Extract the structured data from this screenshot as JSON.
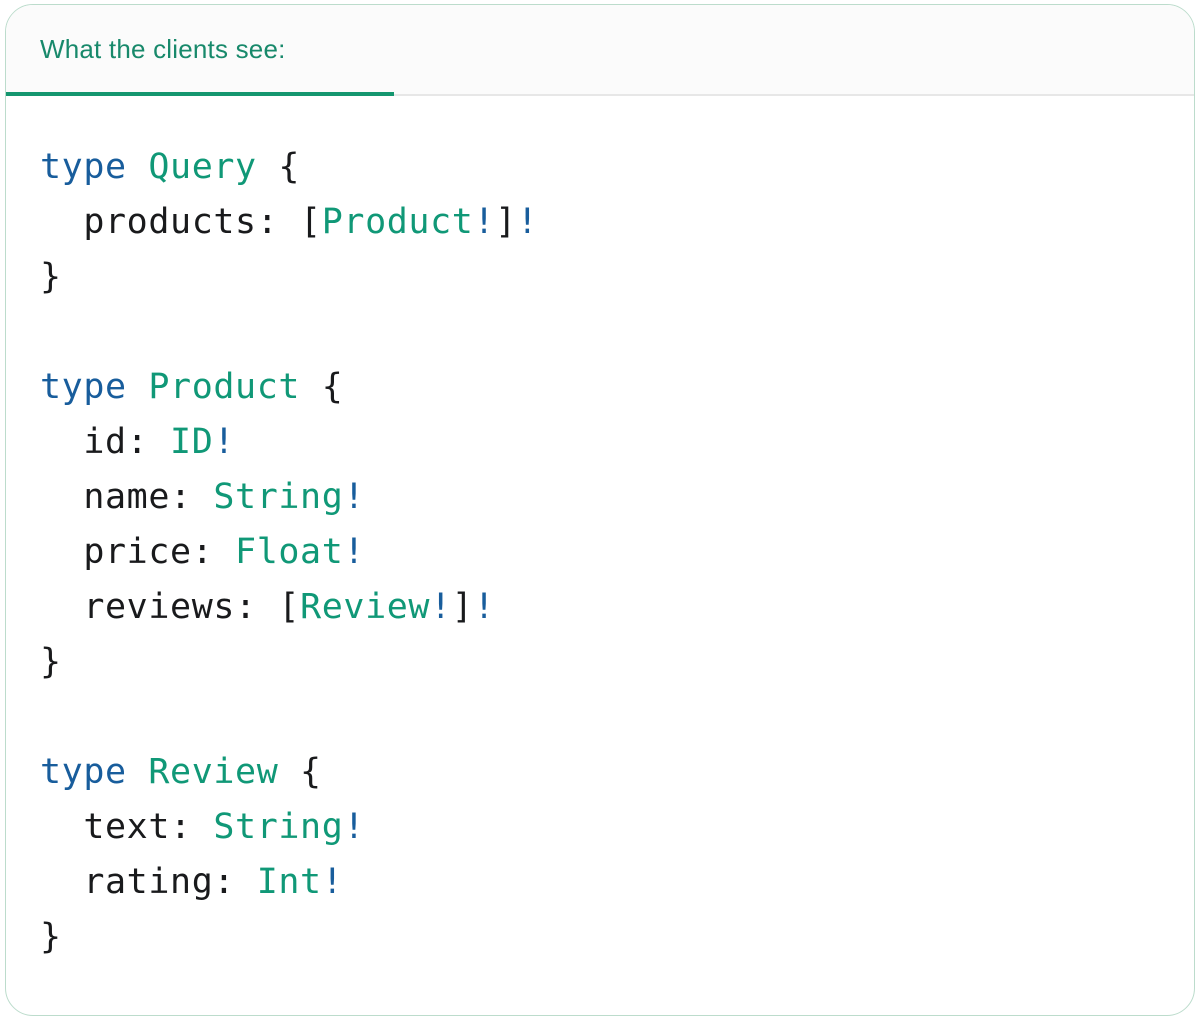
{
  "colors": {
    "header_text": "#18896b",
    "tab_underline": "#14966f",
    "card_border": "#bcdccc",
    "header_bg": "#fbfbfb",
    "divider": "#e7e7e7",
    "code_keyword": "#185d9c",
    "code_type": "#109877",
    "code_plain": "#191a1c",
    "code_bang": "#185d9c"
  },
  "tab": {
    "label": "What the clients see:"
  },
  "code": {
    "lines": [
      [
        [
          "kw",
          "type"
        ],
        [
          "pn",
          " "
        ],
        [
          "tp",
          "Query"
        ],
        [
          "pn",
          " {"
        ]
      ],
      [
        [
          "pn",
          "  products: ["
        ],
        [
          "tp",
          "Product"
        ],
        [
          "bg",
          "!"
        ],
        [
          "pn",
          "]"
        ],
        [
          "bg",
          "!"
        ]
      ],
      [
        [
          "pn",
          "}"
        ]
      ],
      [],
      [
        [
          "kw",
          "type"
        ],
        [
          "pn",
          " "
        ],
        [
          "tp",
          "Product"
        ],
        [
          "pn",
          " {"
        ]
      ],
      [
        [
          "pn",
          "  id: "
        ],
        [
          "tp",
          "ID"
        ],
        [
          "bg",
          "!"
        ]
      ],
      [
        [
          "pn",
          "  name: "
        ],
        [
          "tp",
          "String"
        ],
        [
          "bg",
          "!"
        ]
      ],
      [
        [
          "pn",
          "  price: "
        ],
        [
          "tp",
          "Float"
        ],
        [
          "bg",
          "!"
        ]
      ],
      [
        [
          "pn",
          "  reviews: ["
        ],
        [
          "tp",
          "Review"
        ],
        [
          "bg",
          "!"
        ],
        [
          "pn",
          "]"
        ],
        [
          "bg",
          "!"
        ]
      ],
      [
        [
          "pn",
          "}"
        ]
      ],
      [],
      [
        [
          "kw",
          "type"
        ],
        [
          "pn",
          " "
        ],
        [
          "tp",
          "Review"
        ],
        [
          "pn",
          " {"
        ]
      ],
      [
        [
          "pn",
          "  text: "
        ],
        [
          "tp",
          "String"
        ],
        [
          "bg",
          "!"
        ]
      ],
      [
        [
          "pn",
          "  rating: "
        ],
        [
          "tp",
          "Int"
        ],
        [
          "bg",
          "!"
        ]
      ],
      [
        [
          "pn",
          "}"
        ]
      ]
    ]
  }
}
